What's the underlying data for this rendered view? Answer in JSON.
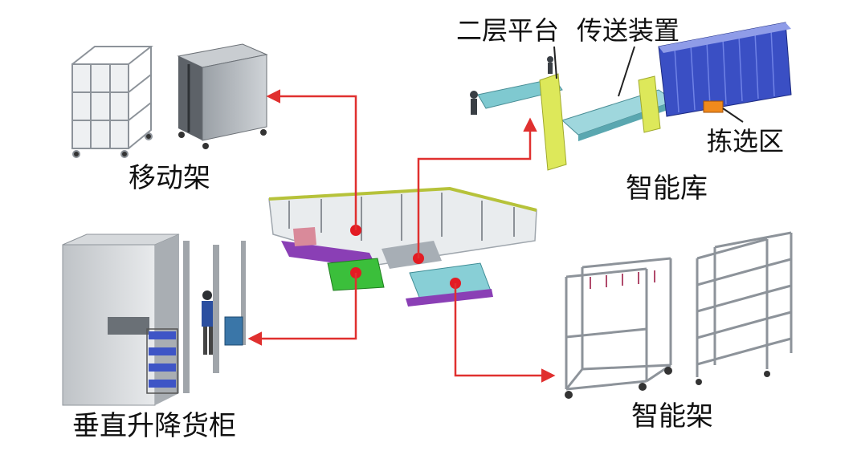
{
  "labels": {
    "mobile_rack": "移动架",
    "smart_warehouse": "智能库",
    "second_platform": "二层平台",
    "conveyor": "传送装置",
    "picking_area": "拣选区",
    "vertical_lift_cabinet": "垂直升降货柜",
    "smart_rack": "智能架"
  },
  "colors": {
    "arrow": "#e0302f",
    "marker": "#e31b23",
    "steel": "#b9c0c8",
    "yellow": "#dde85a",
    "blue": "#3a4fc4",
    "purple": "#8a3fb5",
    "green": "#3bbf3b",
    "cyan": "#88cfd6",
    "orange": "#f08a1c"
  }
}
